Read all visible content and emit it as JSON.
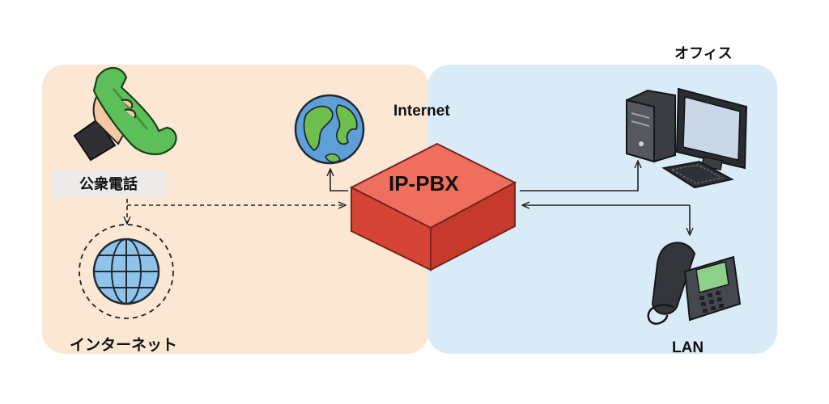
{
  "labels": {
    "office": "オフィス",
    "internet_en": "Internet",
    "pbx": "IP-PBX",
    "public_phone": "公衆電話",
    "internet_jp": "インターネット",
    "lan": "LAN"
  },
  "colors": {
    "left_panel": "#fbe7d3",
    "right_panel": "#d9ebf7",
    "pbx_top": "#ef6f5f",
    "pbx_side": "#d64436",
    "phone_green": "#5cbf5a",
    "globe_blue": "#5d9fd6",
    "land_green": "#6fbf4d"
  },
  "icons": [
    "phone-handset-icon",
    "earth-globe-icon",
    "wireframe-globe-icon",
    "desktop-computer-icon",
    "desk-phone-icon"
  ]
}
